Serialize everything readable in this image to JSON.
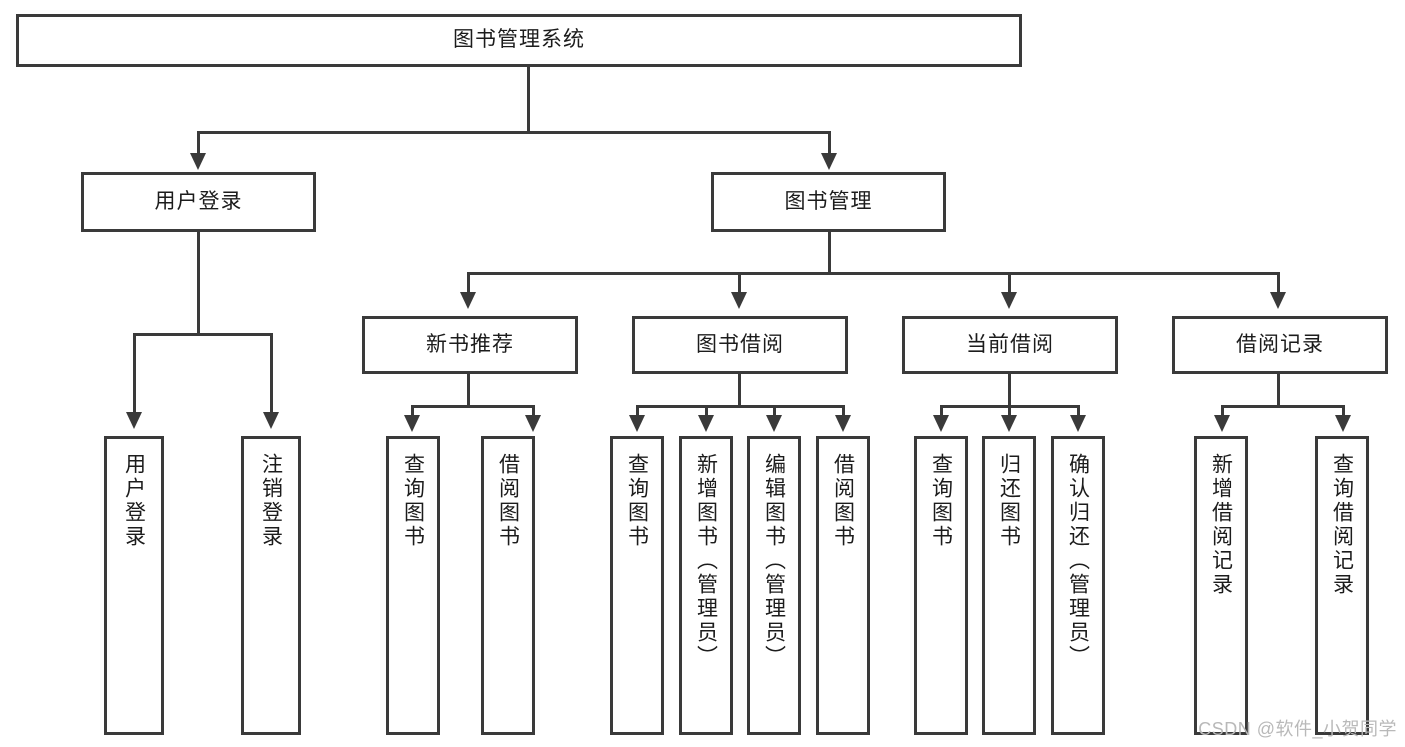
{
  "diagram": {
    "type": "hierarchy-tree",
    "title": "图书管理系统",
    "watermark": "CSDN @软件_小贺同学",
    "colors": {
      "stroke": "#3a3a3a",
      "fill": "#ffffff",
      "text": "#1c1c1c",
      "watermark": "#b9b9b9"
    },
    "nodes": {
      "root": {
        "label": "图书管理系统"
      },
      "level2": [
        {
          "id": "user-login",
          "label": "用户登录"
        },
        {
          "id": "book-manage",
          "label": "图书管理"
        }
      ],
      "level3": [
        {
          "id": "new-book-rec",
          "label": "新书推荐"
        },
        {
          "id": "book-borrow",
          "label": "图书借阅"
        },
        {
          "id": "current-borrow",
          "label": "当前借阅"
        },
        {
          "id": "borrow-record",
          "label": "借阅记录"
        }
      ],
      "leaves": {
        "user-login": [
          {
            "id": "leaf-user-login",
            "label": "用户登录"
          },
          {
            "id": "leaf-user-logout",
            "label": "注销登录"
          }
        ],
        "new-book-rec": [
          {
            "id": "leaf-query-book-1",
            "label": "查询图书"
          },
          {
            "id": "leaf-borrow-book-1",
            "label": "借阅图书"
          }
        ],
        "book-borrow": [
          {
            "id": "leaf-query-book-2",
            "label": "查询图书"
          },
          {
            "id": "leaf-add-book",
            "label": "新增图书（管理员）"
          },
          {
            "id": "leaf-edit-book",
            "label": "编辑图书（管理员）"
          },
          {
            "id": "leaf-borrow-book-2",
            "label": "借阅图书"
          }
        ],
        "current-borrow": [
          {
            "id": "leaf-query-book-3",
            "label": "查询图书"
          },
          {
            "id": "leaf-return-book",
            "label": "归还图书"
          },
          {
            "id": "leaf-confirm-return",
            "label": "确认归还（管理员）"
          }
        ],
        "borrow-record": [
          {
            "id": "leaf-add-record",
            "label": "新增借阅记录"
          },
          {
            "id": "leaf-query-record",
            "label": "查询借阅记录"
          }
        ]
      }
    }
  }
}
